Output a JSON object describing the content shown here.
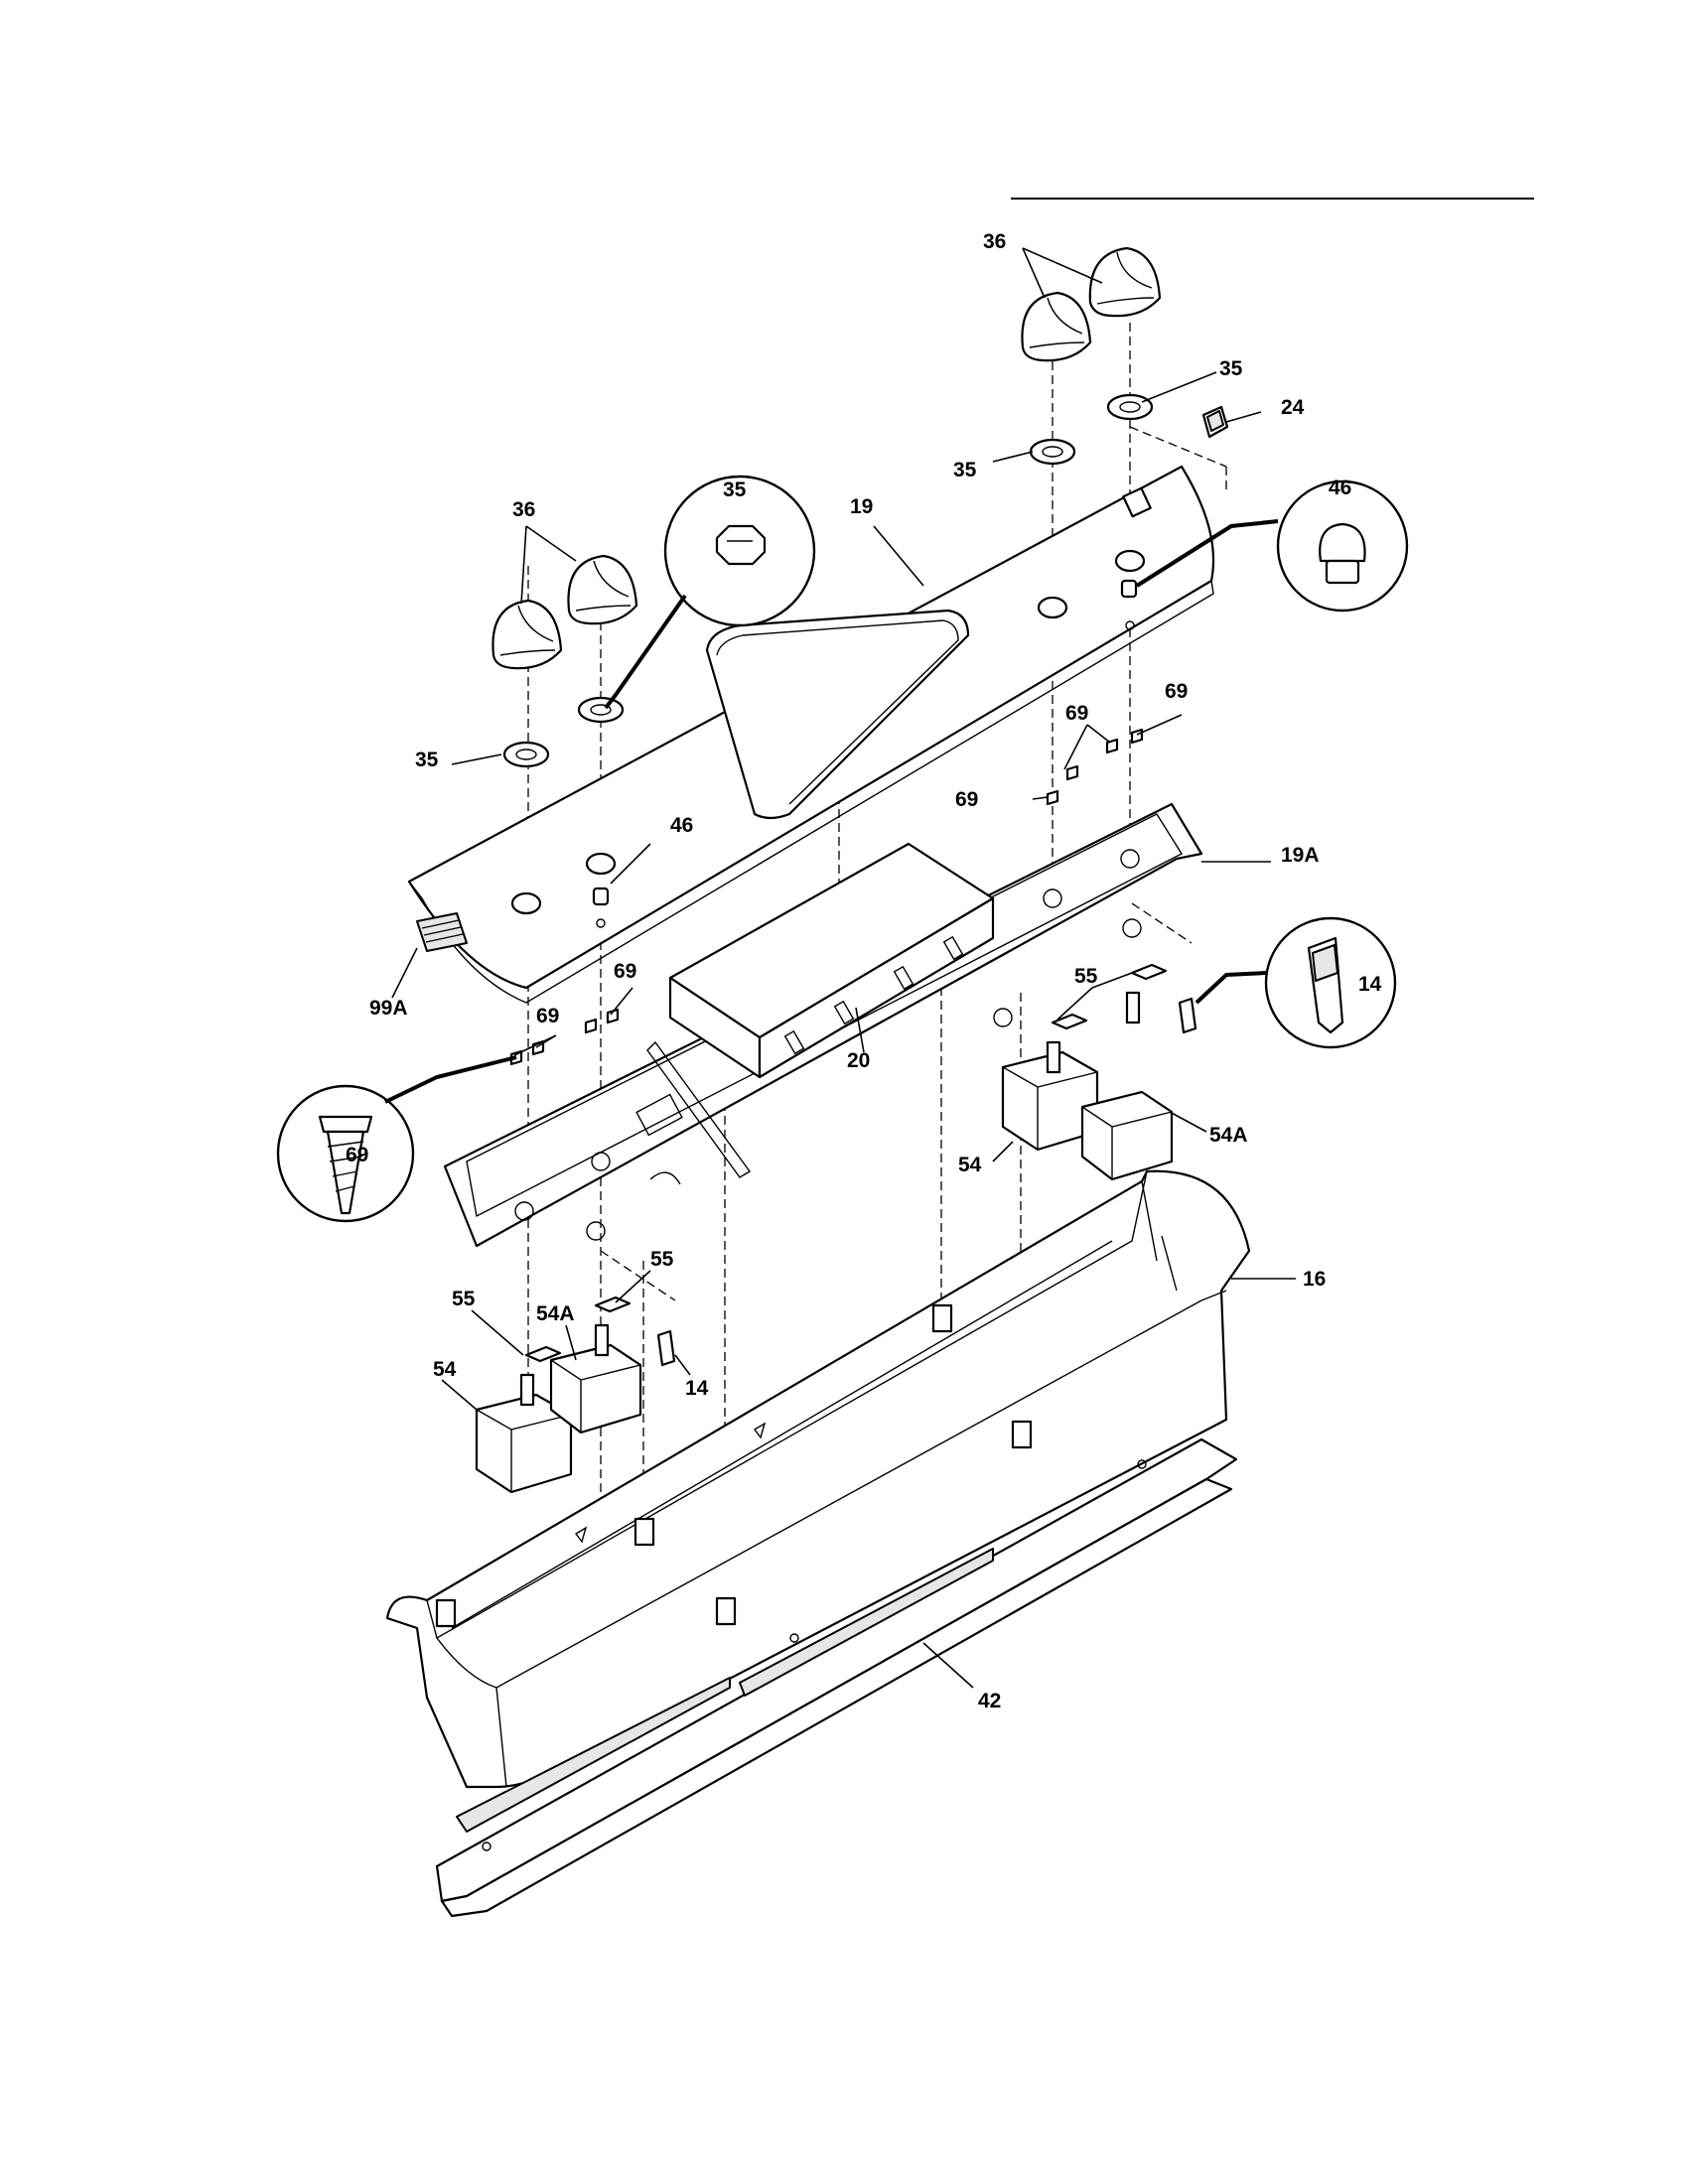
{
  "diagram": {
    "labels": {
      "l36_top": "36",
      "l35_top": "35",
      "l24": "24",
      "l35_mid_r": "35",
      "l46_circle_r": "46",
      "l19": "19",
      "l36_left": "36",
      "l35_circle": "35",
      "l35_left": "35",
      "l46_mid": "46",
      "l69_a": "69",
      "l69_b": "69",
      "l69_c": "69",
      "l19A": "19A",
      "l99A": "99A",
      "l69_d": "69",
      "l69_e": "69",
      "l69_circle": "69",
      "l20": "20",
      "l55_r": "55",
      "l14_circle": "14",
      "l54A_r": "54A",
      "l54_r": "54",
      "l16": "16",
      "l55_l1": "55",
      "l55_l2": "55",
      "l54A_l": "54A",
      "l54_l": "54",
      "l14_l": "14",
      "l42": "42"
    }
  }
}
